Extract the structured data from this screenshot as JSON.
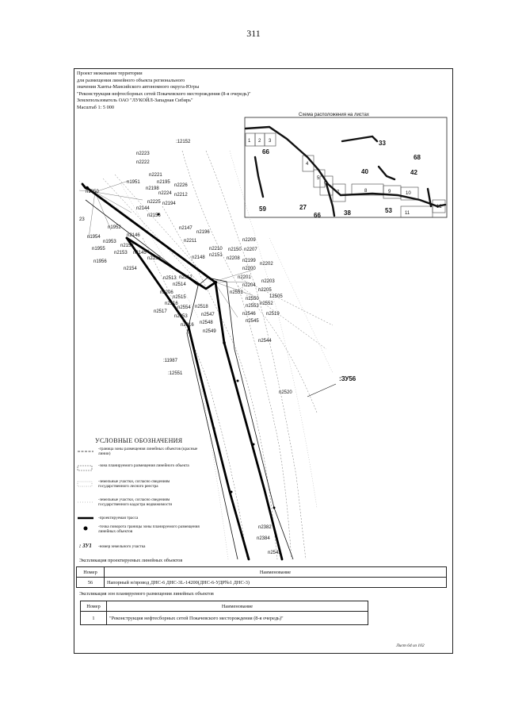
{
  "page_number": "311",
  "header": {
    "lines": [
      "Проект межевания территории",
      "для размещения линейного объекта регионального",
      "значения Ханты-Мансийского автономного округа-Югры",
      "\"Реконструкция нефтесборных сетей Покачевского месторождения (8-я очередь)\"",
      "Землепользователь ОАО \"ЛУКОЙЛ-Западная Сибирь\"",
      "Масштаб 1: 5 000"
    ]
  },
  "inset": {
    "title": "Схема расположения на листах",
    "sheet_numbers": [
      "1",
      "2",
      "3",
      "4",
      "5",
      "6",
      "7",
      "8",
      "9",
      "10",
      "11",
      "12"
    ],
    "area_labels": [
      "33",
      "66",
      "40",
      "42",
      "68",
      "59",
      "27",
      "66",
      "38",
      "53"
    ]
  },
  "map": {
    "point_labels": [
      ":12152",
      "n2223",
      "n2222",
      "n2221",
      "n2226",
      "n1951",
      "n2195",
      "n2212",
      "n2198",
      "n2224",
      "n1950",
      "n2225",
      "n2194",
      "n2144",
      "n2156",
      "23",
      "n1952",
      "n2147",
      "n2196",
      "n1954",
      "n2146",
      "n1953",
      "n2211",
      "n2152",
      "n2210",
      "n2150",
      "n2209",
      "n1955",
      "n2153",
      "n2145",
      "n2155",
      "n2148",
      "n2151",
      "n2207",
      "n2208",
      "n2199",
      "n2202",
      "n1956",
      "n2200",
      "n2154",
      "n2513",
      "n2512",
      "n2201",
      "n2514",
      "n2203",
      "n2204",
      "n2206",
      "n2205",
      "n2551",
      "n2515",
      "n2550",
      "12505",
      "n2516",
      "n2554",
      "n2518",
      "n2553",
      "n2552",
      "n2517",
      "n2547",
      "n2546",
      "n2519",
      "n2053",
      "n2548",
      "n2545",
      "n2316",
      "n2549",
      "n2544",
      ":11987",
      ":12551",
      "n2520",
      "n2382",
      "n2384",
      "n2543"
    ],
    "parcel_label": ":ЗУ56"
  },
  "legend": {
    "title": "УСЛОВНЫЕ ОБОЗНАЧЕНИЯ",
    "items": [
      "-граница зоны размещения линейных объектов (красные линии)",
      "-зона планируемого размещения линейного объекта",
      "-земельные участки, согласно сведениям государственного лесного реестра",
      "-земельные участки, согласно сведениям государственного кадастра недвижимости",
      "-проектируемая трасса",
      "-точка поворота границы зоны планируемого размещения линейных объектов",
      "-номер земельного участка"
    ],
    "parcel_symbol": ": ЗУ1"
  },
  "table1": {
    "caption": "Экспликация проектируемых линейных объектов",
    "headers": [
      "Номер",
      "Наименование"
    ],
    "rows": [
      [
        "56",
        "Напорный н/провод ДНС-6 ДНС-3L-14200(ДНС-6-УДР№1 ДНС-3)"
      ]
    ]
  },
  "table2": {
    "caption": "Экспликация зон планируемого размещения линейных объектов",
    "headers": [
      "Номер",
      "Наименование"
    ],
    "rows": [
      [
        "1",
        "\"Реконструкция нефтесборных сетей Покачевского месторождения (8-я очередь)\""
      ]
    ]
  },
  "sheet_label": "Лист 64 из 102"
}
